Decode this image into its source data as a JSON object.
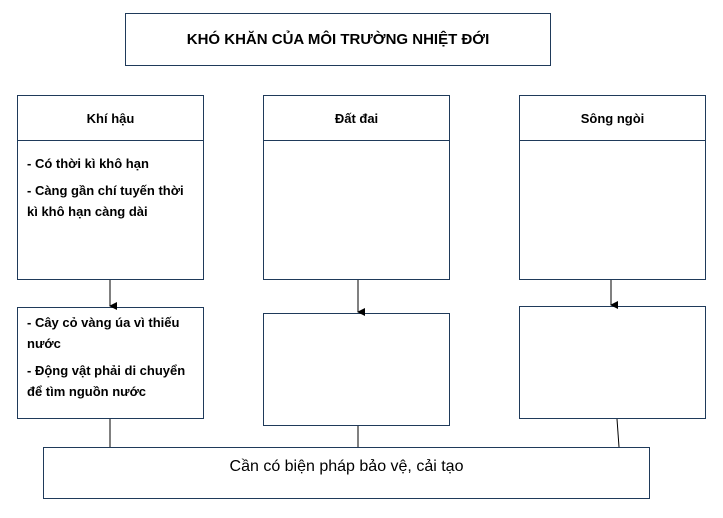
{
  "title": "KHÓ KHĂN CỦA MÔI TRƯỜNG NHIỆT ĐỚI",
  "columns": [
    {
      "header": "Khí hậu",
      "mid_items": [
        "- Có thời kì khô hạn",
        "- Càng gần chí tuyến thời kì khô hạn càng dài"
      ],
      "low_items": [
        "- Cây cỏ vàng úa vì thiếu nước",
        "- Động vật phải di chuyển để tìm nguồn nước"
      ]
    },
    {
      "header": "Đất đai",
      "mid_items": [],
      "low_items": []
    },
    {
      "header": "Sông ngòi",
      "mid_items": [],
      "low_items": []
    }
  ],
  "conclusion": "Cần có biện pháp bảo vệ, cải tạo"
}
